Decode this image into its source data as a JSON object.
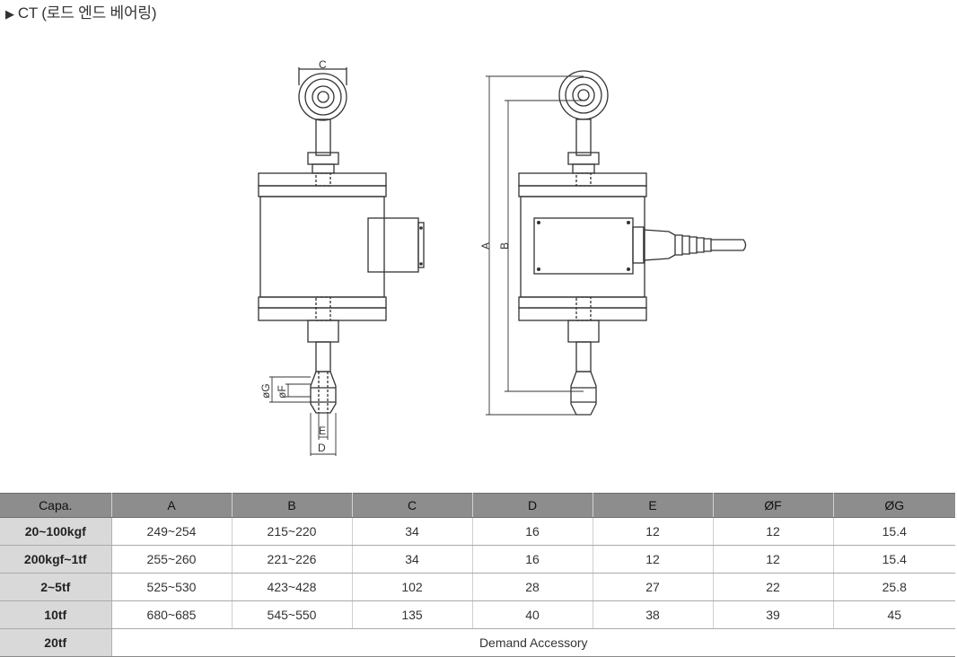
{
  "title": "CT (로드 엔드 베어링)",
  "title_marker": "▶",
  "dimension_labels": {
    "c": "C",
    "a": "A",
    "b": "B",
    "g": "øG",
    "f": "øF",
    "e": "E",
    "d": "D"
  },
  "table": {
    "headers": [
      "Capa.",
      "A",
      "B",
      "C",
      "D",
      "E",
      "ØF",
      "ØG"
    ],
    "rows": [
      {
        "capa": "20~100kgf",
        "cells": [
          "249~254",
          "215~220",
          "34",
          "16",
          "12",
          "12",
          "15.4"
        ]
      },
      {
        "capa": "200kgf~1tf",
        "cells": [
          "255~260",
          "221~226",
          "34",
          "16",
          "12",
          "12",
          "15.4"
        ]
      },
      {
        "capa": "2~5tf",
        "cells": [
          "525~530",
          "423~428",
          "102",
          "28",
          "27",
          "22",
          "25.8"
        ]
      },
      {
        "capa": "10tf",
        "cells": [
          "680~685",
          "545~550",
          "135",
          "40",
          "38",
          "39",
          "45"
        ]
      }
    ],
    "last_row": {
      "capa": "20tf",
      "note": "Demand Accessory"
    }
  }
}
